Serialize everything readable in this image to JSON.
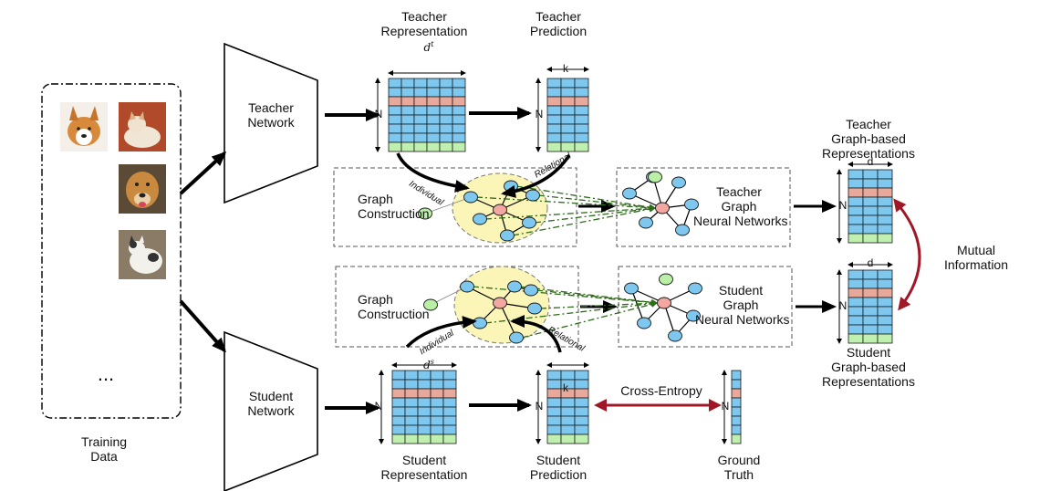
{
  "colors": {
    "cell_blue": "#7ec8f0",
    "cell_pink": "#e8a89a",
    "cell_green": "#bff0b0",
    "node_yellow": "#fbf6b8",
    "node_center": "#f2a7a0",
    "node_green": "#b9f0a5",
    "arrow_red": "#a01828",
    "dash_green": "#2e6b1a"
  },
  "training": {
    "label": "Training\nData",
    "ellipsis": "..."
  },
  "teacher_network": {
    "label": "Teacher\nNetwork"
  },
  "student_network": {
    "label": "Student\nNetwork"
  },
  "teacher_repr": {
    "title": "Teacher\nRepresentation",
    "width_label": "d",
    "width_sup": "t",
    "height_label": "N"
  },
  "teacher_pred": {
    "title": "Teacher\nPrediction",
    "width_label": "k",
    "height_label": "N"
  },
  "student_repr": {
    "title": "Student\nRepresentation",
    "width_label": "d",
    "width_sup": "s",
    "height_label": "N"
  },
  "student_pred": {
    "title": "Student\nPrediction",
    "width_label": "k",
    "height_label": "N"
  },
  "ground_truth": {
    "title": "Ground\nTruth",
    "height_label": "N"
  },
  "cross_entropy": "Cross-Entropy",
  "graph_top": {
    "construction": "Graph\nConstruction",
    "individual": "Individual",
    "relational": "Relational"
  },
  "graph_bottom": {
    "construction": "Graph\nConstruction",
    "individual": "Individual",
    "relational": "Relational"
  },
  "teacher_gnn": "Teacher\nGraph\nNeural Networks",
  "student_gnn": "Student\nGraph\nNeural Networks",
  "teacher_graph_repr": {
    "title": "Teacher\nGraph-based\nRepresentations",
    "width_label": "d",
    "height_label": "N"
  },
  "student_graph_repr": {
    "title": "Student\nGraph-based\nRepresentations",
    "width_label": "d",
    "height_label": "N"
  },
  "mutual_info": "Mutual\nInformation",
  "images": [
    {
      "name": "corgi-image"
    },
    {
      "name": "kitten-image"
    },
    {
      "name": "dog-image"
    },
    {
      "name": "cat-image"
    }
  ]
}
